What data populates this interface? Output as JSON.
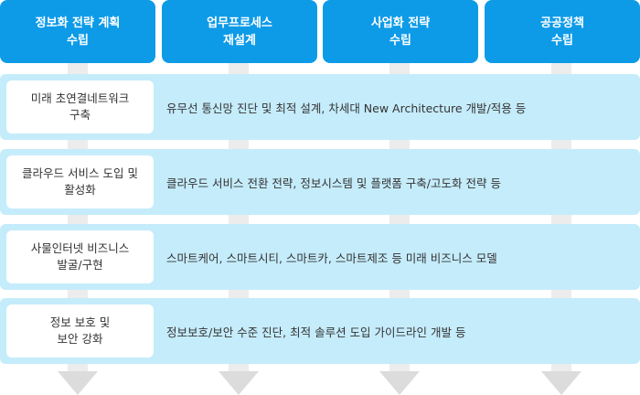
{
  "columns": [
    {
      "label": "정보화 전략 계획\n수립"
    },
    {
      "label": "업무프로세스\n재설계"
    },
    {
      "label": "사업화 전략\n수립"
    },
    {
      "label": "공공정책\n수립"
    }
  ],
  "rows": [
    {
      "label": "미래 초연결네트워크\n구축",
      "description": "유무선 통신망 진단 및 최적 설계, 차세대 New Architecture 개발/적용 등"
    },
    {
      "label": "클라우드 서비스 도입 및\n활성화",
      "description": "클라우드 서비스 전환 전략, 정보시스템 및 플랫폼 구축/고도화 전략  등"
    },
    {
      "label": "사물인터넷 비즈니스\n발굴/구현",
      "description": "스마트케어, 스마트시티, 스마트카, 스마트제조  등 미래 비즈니스 모델"
    },
    {
      "label": "정보 보호 및\n보안 강화",
      "description": "정보보호/보안 수준 진단, 최적 솔루션 도입 가이드라인 개발 등"
    }
  ],
  "colors": {
    "header_bg": "#0d9be8",
    "row_bg": "#c5ecfb",
    "arrow": "#dcdcdc"
  }
}
